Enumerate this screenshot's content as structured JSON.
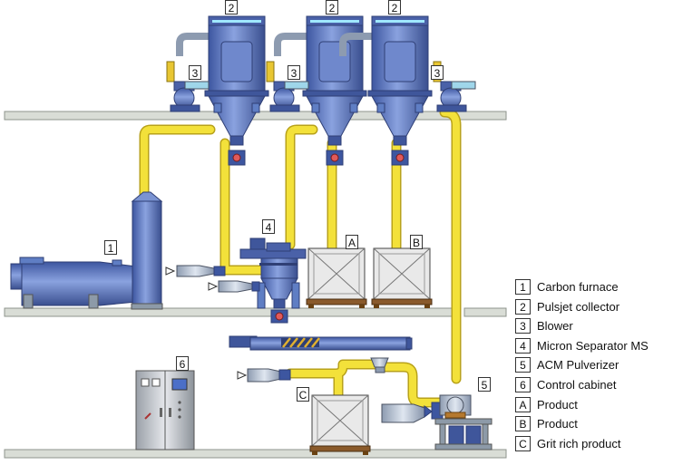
{
  "diagram": {
    "callouts": {
      "furnace": "1",
      "collector_left": "2",
      "collector_mid": "2",
      "collector_right": "2",
      "blower_left": "3",
      "blower_mid": "3",
      "blower_right": "3",
      "separator": "4",
      "pulverizer": "5",
      "cabinet": "6",
      "product_a": "A",
      "product_b": "B",
      "grit": "C"
    },
    "legend": [
      {
        "key": "1",
        "text": "Carbon furnace"
      },
      {
        "key": "2",
        "text": "Pulsjet collector"
      },
      {
        "key": "3",
        "text": "Blower"
      },
      {
        "key": "4",
        "text": "Micron Separator  MS"
      },
      {
        "key": "5",
        "text": "ACM Pulverizer"
      },
      {
        "key": "6",
        "text": "Control cabinet"
      },
      {
        "key": "A",
        "text": "Product"
      },
      {
        "key": "B",
        "text": "Product"
      },
      {
        "key": "C",
        "text": "Grit rich product"
      }
    ],
    "colors": {
      "pipe": "#f3e13a",
      "pipe_edge": "#b8a21a",
      "equipment": "#5f7ec4",
      "equipment_dark": "#3a4f8f",
      "floor": "#d9ddd6",
      "cabinet": "#b9bcc2"
    }
  }
}
